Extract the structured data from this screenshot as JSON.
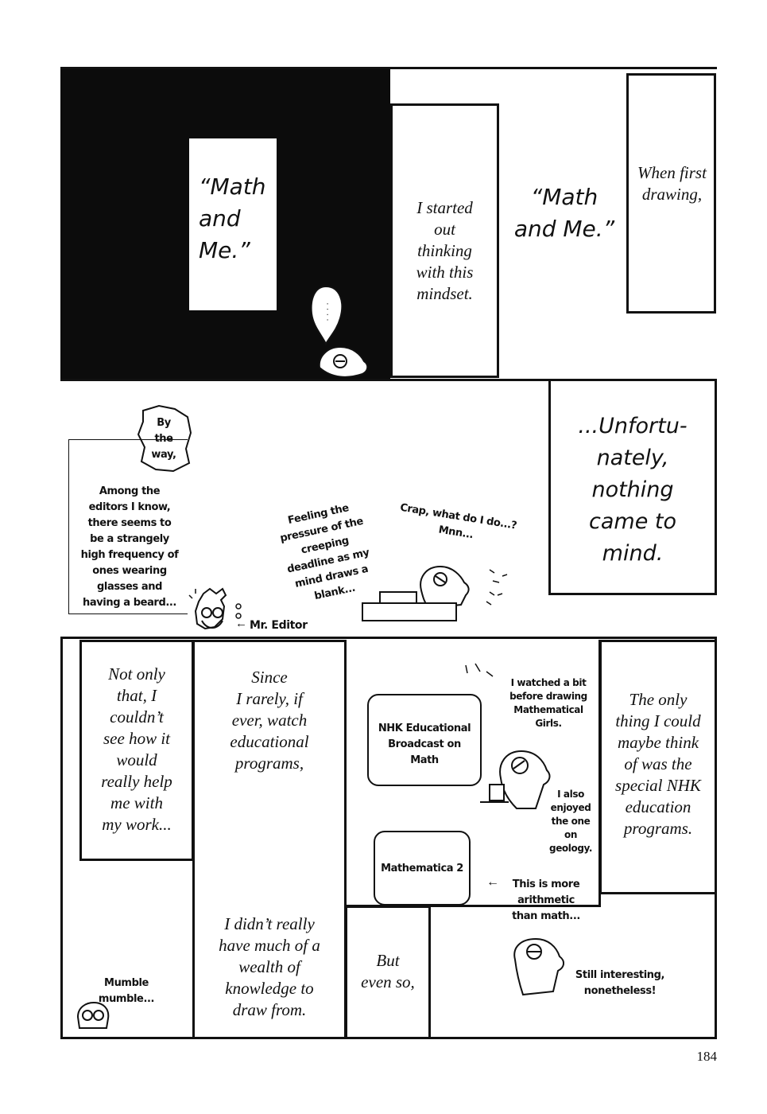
{
  "page_number": "184",
  "top_row": {
    "dark_title": "“Math\nand\nMe.”",
    "thought_bubble": "· · · ·",
    "caption_started": "I started\nout\nthinking\nwith this\nmindset.",
    "title_repeat": "“Math\nand Me.”",
    "caption_first": "When first\ndrawing,"
  },
  "middle_row": {
    "by_the_way": "By\nthe\nway,",
    "editors_note": "Among the\neditors I know,\nthere seems to\nbe a strangely\nhigh frequency of\nones wearing\nglasses and\nhaving a beard...",
    "editor_label": "Mr. Editor",
    "pressure_text": "Feeling the\npressure of the\ncreeping\ndeadline as my\nmind draws a\nblank...",
    "crap_text": "Crap, what do I do...?\nMnn...",
    "unfortunately": "...Unfortu-\nnately,\nnothing\ncame to\nmind."
  },
  "bottom_row": {
    "not_only": "Not only\nthat, I\ncouldn’t\nsee how it\nwould\nreally help\nme with\nmy work...",
    "mumble": "Mumble mumble...",
    "since": "Since\nI rarely, if\never, watch\neducational\nprograms,",
    "didnt": "I didn’t really\nhave much of a\nwealth of\nknowledge to\ndraw from.",
    "tv1_label": "NHK Educational\nBroadcast on\nMath",
    "watched_note": "I watched a bit\nbefore drawing\nMathematical\nGirls.",
    "geology_note": "I also\nenjoyed\nthe one\non geology.",
    "tv2_label": "Mathematica 2",
    "arithmetic_note": "This is more\narithmetic\nthan math...",
    "but_even_so": "But\neven so,",
    "still_interesting": "Still interesting,\nnonetheless!",
    "only_thing": "The only\nthing I could\nmaybe think\nof was the\nspecial NHK\neducation\nprograms."
  }
}
